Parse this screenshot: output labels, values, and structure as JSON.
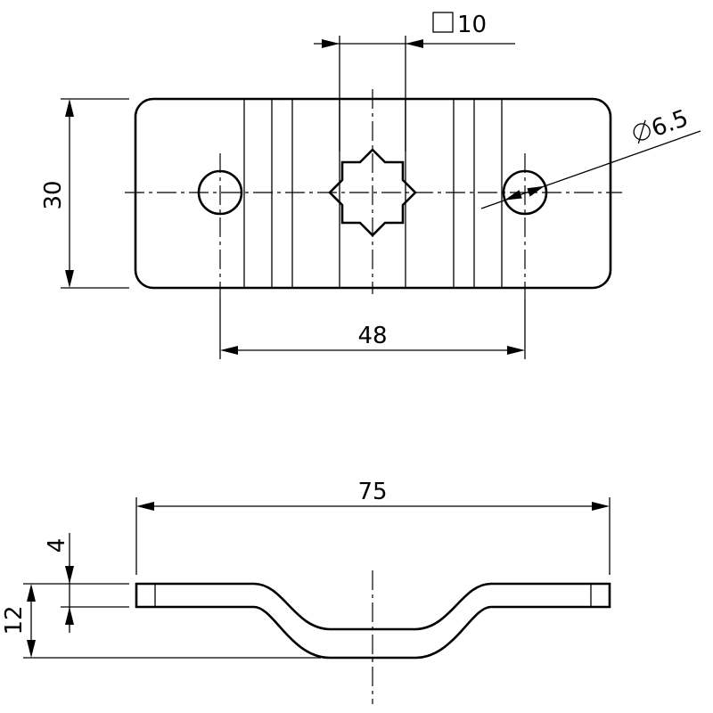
{
  "drawing": {
    "top_view": {
      "width_30": "30",
      "hole_spacing_48": "48",
      "hole_diameter": "6.5",
      "square_drive": "10"
    },
    "side_view": {
      "overall_length": "75",
      "thickness_4": "4",
      "height_12": "12"
    }
  }
}
